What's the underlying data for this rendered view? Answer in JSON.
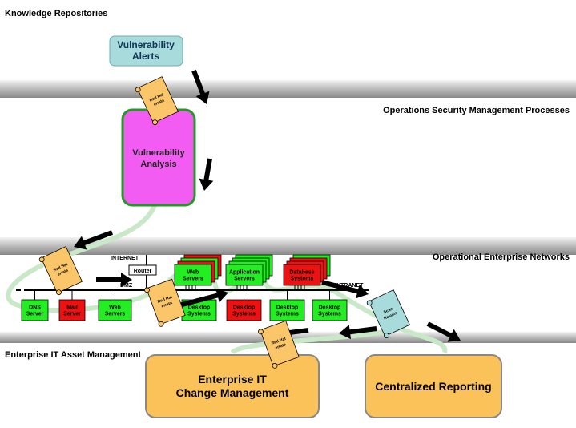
{
  "lanes": {
    "knowledge": "Knowledge Repositories",
    "operations": "Operations Security Management Processes",
    "networks": "Operational Enterprise Networks",
    "asset": "Enterprise IT Asset Management"
  },
  "boxes": {
    "alerts": [
      "Vulnerability",
      "Alerts"
    ],
    "analysis": [
      "Vulnerability",
      "Analysis"
    ],
    "change": [
      "Enterprise IT",
      "Change Management"
    ],
    "reporting": "Centralized Reporting"
  },
  "network": {
    "internet": "INTERNET",
    "router": "Router",
    "dmz": "DMZ",
    "intranet": "INTRANET",
    "stacks": [
      {
        "label": [
          "Web",
          "Servers"
        ],
        "color": "#22ee22"
      },
      {
        "label": [
          "Application",
          "Servers"
        ],
        "color": "#22ee22"
      },
      {
        "label": [
          "Database",
          "Systems"
        ],
        "color": "#ee1111"
      }
    ],
    "nodes": [
      {
        "label": [
          "DNS",
          "Server"
        ],
        "color": "#22ee22"
      },
      {
        "label": [
          "Mail",
          "Server"
        ],
        "color": "#ee1111"
      },
      {
        "label": [
          "Web",
          "Servers"
        ],
        "color": "#22ee22"
      },
      {
        "label": [
          "Desktop",
          "Systems"
        ],
        "color": "#22ee22"
      },
      {
        "label": [
          "Desktop",
          "Systems"
        ],
        "color": "#ee1111"
      },
      {
        "label": [
          "Desktop",
          "Systems"
        ],
        "color": "#22ee22"
      },
      {
        "label": [
          "Desktop",
          "Systems"
        ],
        "color": "#22ee22"
      }
    ]
  },
  "scrolls": {
    "errata": [
      "Red Hat",
      "errata"
    ],
    "scan": [
      "Scan",
      "Results"
    ]
  },
  "colors": {
    "alerts": "#a8dcdc",
    "analysis": "#f25cf2",
    "process": "#fcc25a",
    "scroll": "#fbc66a",
    "scan": "#a8dcdc",
    "path": "#c8e8c8"
  }
}
